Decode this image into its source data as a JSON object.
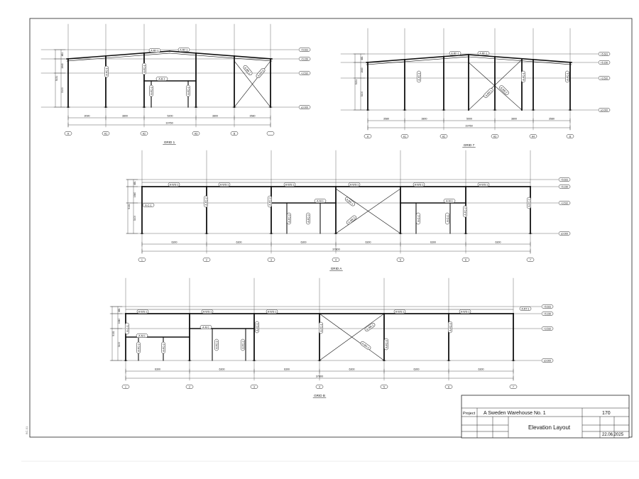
{
  "drawing": {
    "grid1": {
      "title": "GRID 1",
      "bay_dims": [
        "3090",
        "3800",
        "5200",
        "3800",
        "3580"
      ],
      "total": "19760",
      "axes": [
        "A",
        "A1",
        "A2",
        "A3",
        "B"
      ],
      "v_dims": [
        "481",
        "1640",
        "3100",
        "5131"
      ],
      "levels": [
        "+5.631",
        "+5.150",
        "+3.510",
        "±0.000"
      ],
      "tags": [
        "A-RF-1",
        "A-RF-1",
        "A-FC-1",
        "A-B-1",
        "A-FC-2",
        "A-FC-2",
        "A-BR-1",
        "A-BR-2",
        "A-FC-1"
      ]
    },
    "grid7": {
      "title": "GRID 7",
      "bay_dims": [
        "3580",
        "3800",
        "5000",
        "3800",
        "3580"
      ],
      "total": "19760",
      "axes": [
        "A",
        "A1",
        "A2",
        "A3",
        "A4",
        "B"
      ],
      "v_dims": [
        "481",
        "1640",
        "3100",
        "5131"
      ],
      "levels": [
        "+5.631",
        "+5.150",
        "+3.510",
        "±0.000"
      ],
      "tags": [
        "A-RF-1",
        "A-RF-1",
        "A-FC-1",
        "A-BR-1",
        "A-BR-2",
        "A-FC-1",
        "A-FC-1"
      ]
    },
    "gridA": {
      "title": "GRID A",
      "bay_dims": [
        "6300",
        "6300",
        "6300",
        "6300",
        "6300",
        "6300"
      ],
      "total": "37800",
      "axes": [
        "1",
        "2",
        "3",
        "4",
        "5",
        "6",
        "7"
      ],
      "v_dims": [
        "481",
        "1640",
        "3100",
        "5131"
      ],
      "levels": [
        "+5.631",
        "+5.150",
        "+3.510",
        "±0.000"
      ],
      "tags": [
        "A-WS-1",
        "A-WS-1",
        "A-WS-1",
        "A-WS-1",
        "A-WS-1",
        "A-WS-1",
        "A-C-1",
        "A-FC-2",
        "A-FC-2",
        "A-M-1",
        "A-BR-1",
        "A-BR-2",
        "A-M-1",
        "A-FC-2",
        "A-FC-2",
        "A-FC-3",
        "A-FC-3",
        "A-C-2",
        "A-C-2"
      ]
    },
    "gridB": {
      "title": "GRID B",
      "bay_dims": [
        "6300",
        "6300",
        "6300",
        "6300",
        "6300",
        "6300"
      ],
      "total": "37800",
      "axes": [
        "1",
        "2",
        "3",
        "4",
        "5",
        "6",
        "7"
      ],
      "v_dims": [
        "481",
        "1640",
        "3100",
        "5131"
      ],
      "levels": [
        "+5.631",
        "+5.150",
        "+3.510",
        "±0.000"
      ],
      "tags": [
        "A-WS-1",
        "A-WS-1",
        "A-WS-1",
        "A-WS-1",
        "A-WS-1",
        "A-RT-1",
        "A-C-1",
        "A-M-1",
        "A-M-1",
        "A-FC-2",
        "A-FC-2",
        "A-FC-2",
        "A-FC-2",
        "A-FC-1",
        "A-FC-1",
        "A-BR-1",
        "A-BR-2",
        "A-FC-3",
        "A-FC-3"
      ]
    }
  },
  "title_block": {
    "project_label": "Project",
    "project_value": "A Sweden Warehouse No. 1",
    "sheet_no": "170",
    "drawing_title": "Elevation Layout",
    "date": "22.06.2025"
  }
}
